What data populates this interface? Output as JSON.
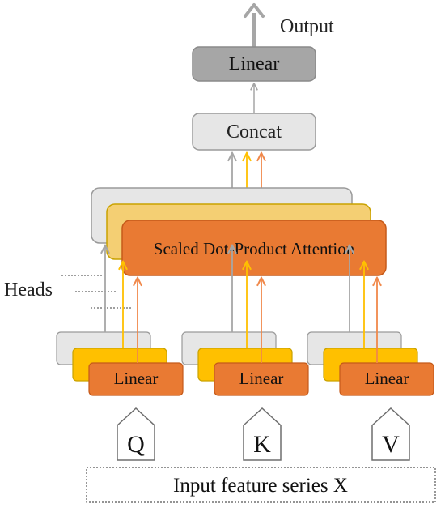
{
  "labels": {
    "output": "Output",
    "top_linear": "Linear",
    "concat": "Concat",
    "attention": "Scaled Dot-Product Attention",
    "heads": "Heads",
    "q_linear": "Linear",
    "k_linear": "Linear",
    "v_linear": "Linear",
    "q": "Q",
    "k": "K",
    "v": "V",
    "input": "Input feature series X"
  },
  "colors": {
    "orange": "#e97a33",
    "orange_border": "#c55a1a",
    "gold": "#ffc000",
    "gold_border": "#c9a200",
    "light_gold": "#f4cf73",
    "gray_fill": "#e6e6e6",
    "gray_border": "#9a9a9a",
    "dark_gray": "#a6a6a6",
    "arrow_gray": "#a6a6a6",
    "arrow_gold": "#ffc000",
    "arrow_orange": "#f0884a"
  }
}
